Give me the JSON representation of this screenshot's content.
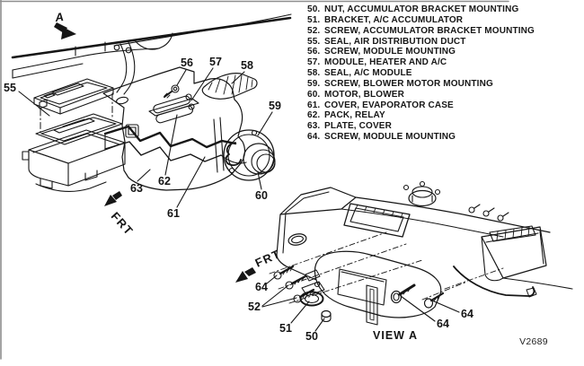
{
  "figure_code": "V2689",
  "parts_list": [
    {
      "num": "50.",
      "name": "NUT, ACCUMULATOR BRACKET MOUNTING"
    },
    {
      "num": "51.",
      "name": "BRACKET, A/C ACCUMULATOR"
    },
    {
      "num": "52.",
      "name": "SCREW, ACCUMULATOR BRACKET MOUNTING"
    },
    {
      "num": "55.",
      "name": "SEAL, AIR DISTRIBUTION DUCT"
    },
    {
      "num": "56.",
      "name": "SCREW, MODULE MOUNTING"
    },
    {
      "num": "57.",
      "name": "MODULE, HEATER AND A/C"
    },
    {
      "num": "58.",
      "name": "SEAL, A/C MODULE"
    },
    {
      "num": "59.",
      "name": "SCREW, BLOWER MOTOR MOUNTING"
    },
    {
      "num": "60.",
      "name": "MOTOR, BLOWER"
    },
    {
      "num": "61.",
      "name": "COVER, EVAPORATOR CASE"
    },
    {
      "num": "62.",
      "name": "PACK, RELAY"
    },
    {
      "num": "63.",
      "name": "PLATE, COVER"
    },
    {
      "num": "64.",
      "name": "SCREW, MODULE MOUNTING"
    }
  ],
  "exploded_view": {
    "section_arrow_label": "A",
    "front_label": "FRT",
    "callouts": {
      "55": "55",
      "56": "56",
      "57": "57",
      "58": "58",
      "59": "59",
      "60": "60",
      "61": "61",
      "62": "62",
      "63": "63"
    }
  },
  "view_a": {
    "title": "VIEW A",
    "front_label": "FRT",
    "callouts": {
      "50": "50",
      "51": "51",
      "52": "52",
      "64": "64"
    }
  },
  "colors": {
    "ink": "#161616",
    "scan_border": "#8e8e8e",
    "background": "#ffffff"
  }
}
